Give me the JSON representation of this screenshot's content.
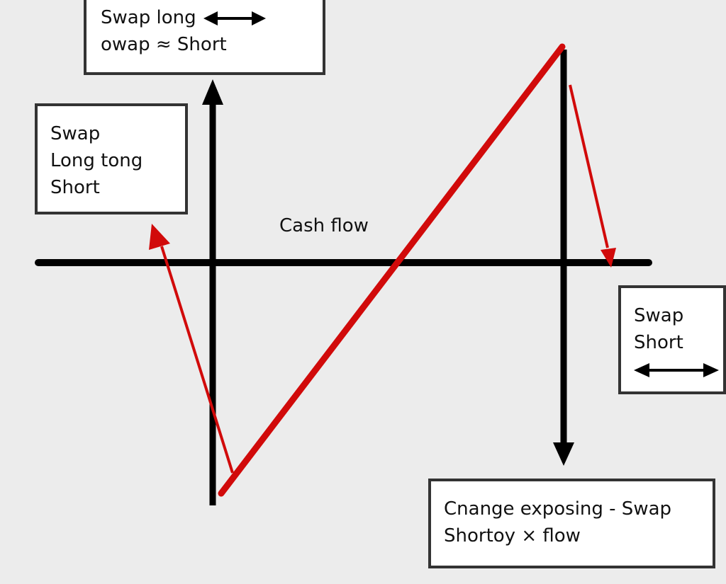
{
  "diagram": {
    "center_label": "Cash flow",
    "colors": {
      "background": "#ececec",
      "axis": "#000000",
      "flow_line": "#d10a0a",
      "box_border": "#333333",
      "box_fill": "#ffffff"
    },
    "boxes": {
      "top": {
        "lines": [
          "Swap long",
          "owap ≈ Short"
        ],
        "icon": "double-headed-arrow"
      },
      "left": {
        "lines": [
          "Swap",
          "Long tong",
          "Short"
        ]
      },
      "right": {
        "lines": [
          "Swap",
          "Short"
        ],
        "icon": "double-headed-arrow"
      },
      "bottom": {
        "lines": [
          "Cnange exposing - Swap",
          "Shortoy ⨯ flow"
        ]
      }
    },
    "arrows": [
      {
        "id": "left-vertical-axis",
        "direction": "up",
        "color": "axis"
      },
      {
        "id": "right-vertical-axis",
        "direction": "down",
        "color": "axis"
      },
      {
        "id": "horizontal-axis",
        "direction": "none",
        "color": "axis"
      },
      {
        "id": "main-diagonal-flow",
        "direction": "none",
        "color": "flow_line"
      },
      {
        "id": "left-red-arrow",
        "direction": "up-left",
        "color": "flow_line"
      },
      {
        "id": "right-red-arrow",
        "direction": "down",
        "color": "flow_line"
      }
    ]
  }
}
